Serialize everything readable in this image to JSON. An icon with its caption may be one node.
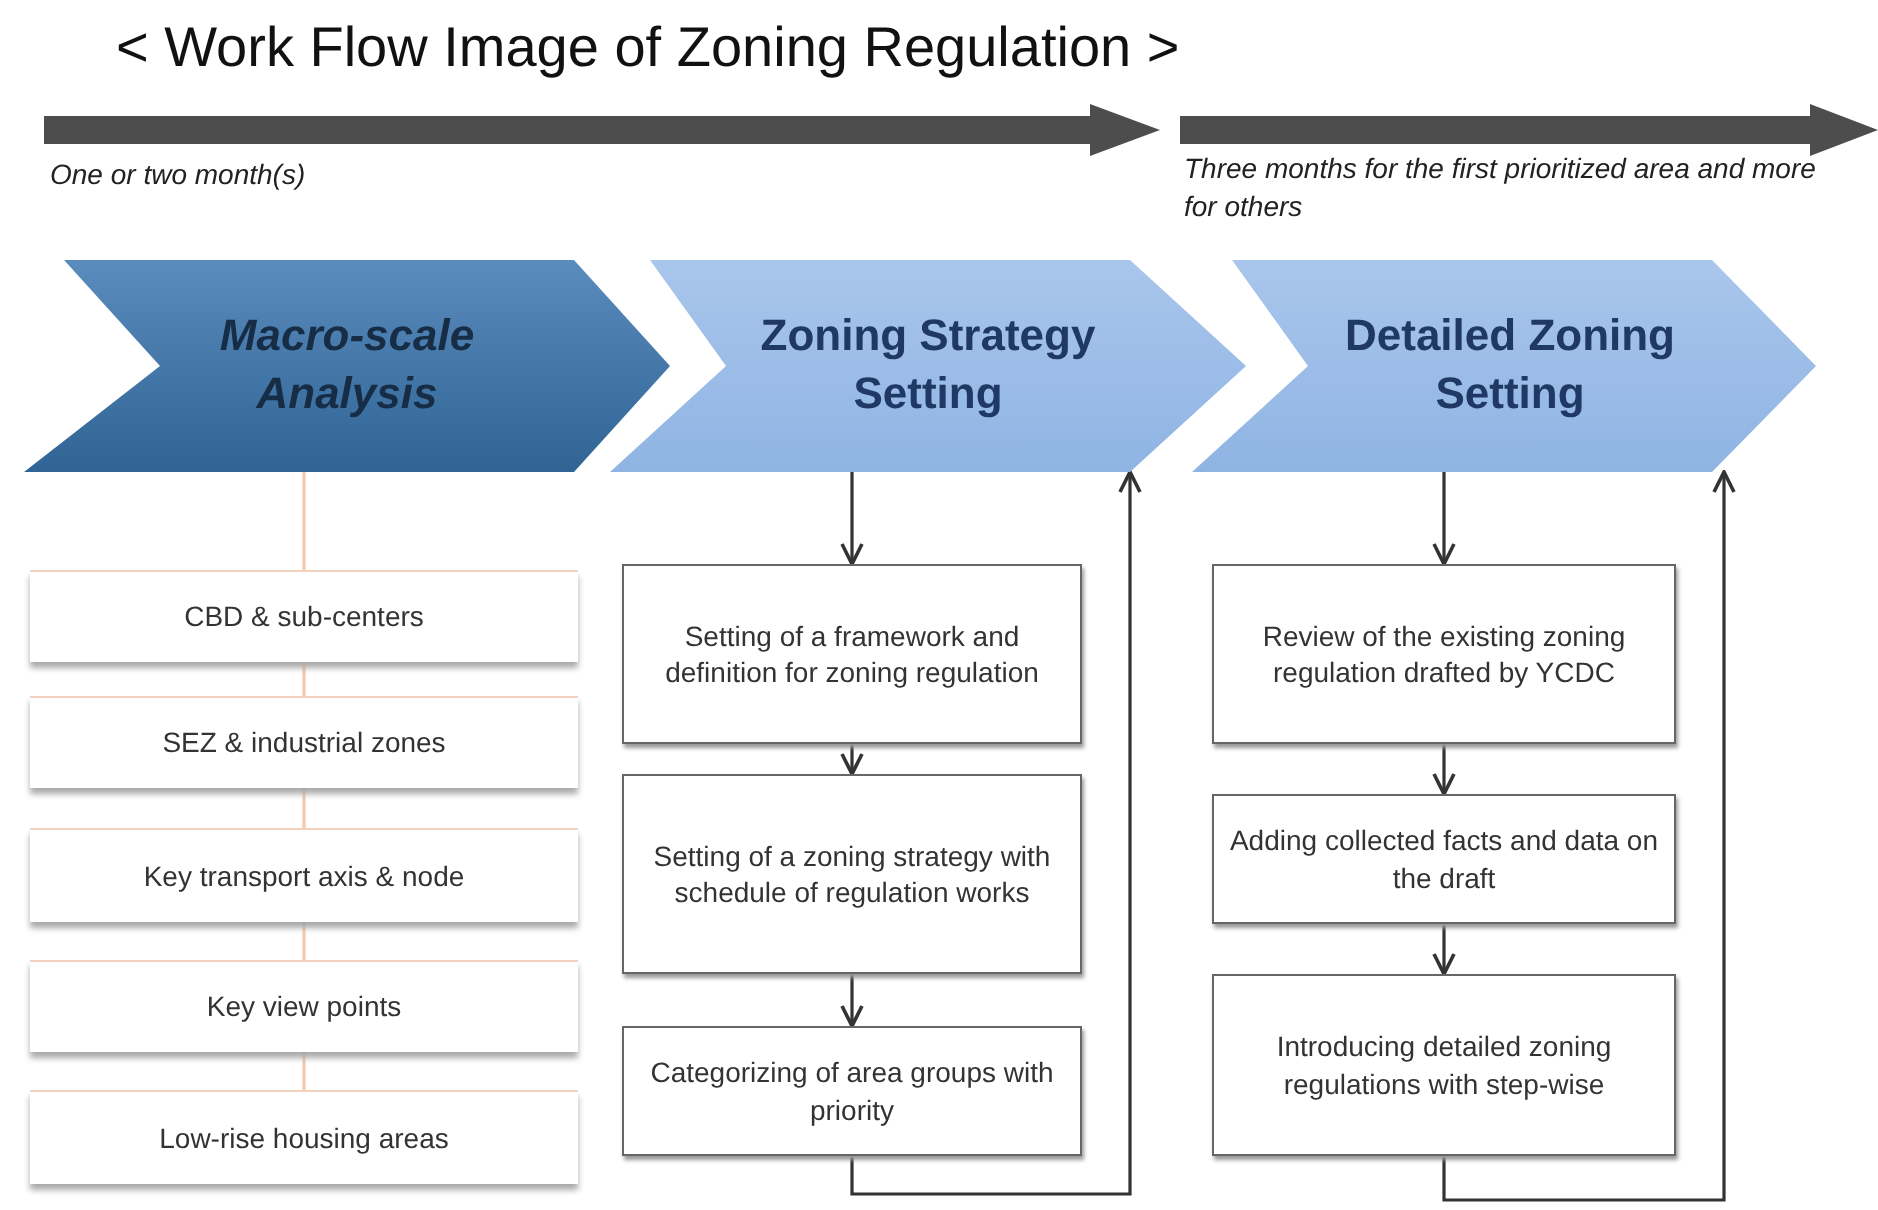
{
  "diagram": {
    "title": "< Work Flow Image of Zoning Regulation >",
    "nodes": [
      {
        "text": [
          "Macro-scale Analysis"
        ]
      },
      {
        "text": [
          "Zoning Strategy Setting"
        ]
      },
      {
        "text": [
          "Detailed Zoning Setting"
        ]
      },
      {
        "text": [
          "CBD & sub-centers"
        ]
      },
      {
        "text": [
          "SEZ & industrial zones"
        ]
      },
      {
        "text": [
          "Key transport axis & node"
        ]
      },
      {
        "text": [
          "Key view points"
        ]
      },
      {
        "text": [
          "Low-rise housing areas"
        ]
      },
      {
        "text": [
          "Setting of a framework and definition for zoning regulation"
        ]
      },
      {
        "text": [
          "Setting of a zoning strategy with schedule of regulation works"
        ]
      },
      {
        "text": [
          "Categorizing of area groups with priority"
        ]
      },
      {
        "text": [
          "Review of the existing zoning regulation drafted by YCDC"
        ]
      },
      {
        "text": [
          "Adding collected facts and data on the draft"
        ]
      },
      {
        "text": [
          "Introducing detailed zoning regulations with step-wise"
        ]
      }
    ],
    "edges": [
      {
        "from": 0,
        "to": 3,
        "arrow": "none",
        "color": "#f5c9a9"
      },
      {
        "from": 3,
        "to": 4,
        "arrow": "none",
        "color": "#f5c9a9"
      },
      {
        "from": 4,
        "to": 5,
        "arrow": "none",
        "color": "#f5c9a9"
      },
      {
        "from": 5,
        "to": 6,
        "arrow": "none",
        "color": "#f5c9a9"
      },
      {
        "from": 6,
        "to": 7,
        "arrow": "none",
        "color": "#f5c9a9"
      },
      {
        "from": 1,
        "to": 8,
        "arrow": "to"
      },
      {
        "from": 8,
        "to": 9,
        "arrow": "to"
      },
      {
        "from": 9,
        "to": 10,
        "arrow": "to"
      },
      {
        "from": 10,
        "to": 1,
        "arrow": "to"
      },
      {
        "from": 2,
        "to": 11,
        "arrow": "to"
      },
      {
        "from": 11,
        "to": 12,
        "arrow": "to"
      },
      {
        "from": 12,
        "to": 13,
        "arrow": "to"
      },
      {
        "from": 13,
        "to": 2,
        "arrow": "to"
      }
    ],
    "labels": [
      "One or two month(s)",
      "Three months for the first prioritized area and more for others"
    ]
  }
}
